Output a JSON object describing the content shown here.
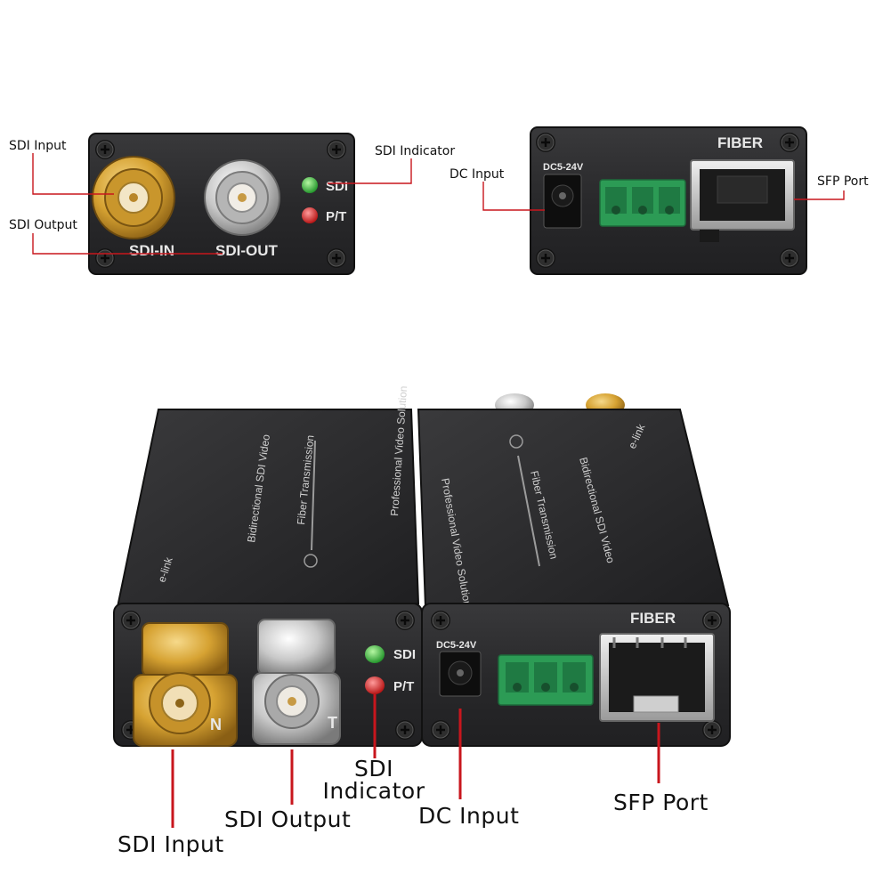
{
  "top_left_panel": {
    "port_labels": {
      "sdi_in": "SDI-IN",
      "sdi_out": "SDI-OUT"
    },
    "led_labels": {
      "sdi": "SDI",
      "pt": "P/T"
    },
    "callouts": {
      "sdi_input": "SDI Input",
      "sdi_output": "SDI Output",
      "sdi_indicator": "SDI Indicator"
    }
  },
  "top_right_panel": {
    "power_label": "DC5-24V",
    "fiber_label": "FIBER",
    "callouts": {
      "dc_input": "DC Input",
      "sfp_port": "SFP Port"
    }
  },
  "bottom_left_unit": {
    "top_texts": {
      "brand": "e-link",
      "line1": "Bidirectional SDI Video",
      "line2": "Fiber Transmission",
      "line3": "Professional Video Solution"
    },
    "port_labels": {
      "in_fragment": "N",
      "out_fragment": "T"
    },
    "led_labels": {
      "sdi": "SDI",
      "pt": "P/T"
    }
  },
  "bottom_right_unit": {
    "top_texts": {
      "brand": "e-link",
      "line1": "Bidirectional SDI Video",
      "line2": "Fiber Transmission",
      "line3": "Professional Video Solution"
    },
    "power_label": "DC5-24V",
    "fiber_label": "FIBER"
  },
  "bottom_callouts": {
    "sdi_input": "SDI Input",
    "sdi_output": "SDI Output",
    "sdi_indicator_line1": "SDI",
    "sdi_indicator_line2": "Indicator",
    "dc_input": "DC Input",
    "sfp_port": "SFP Port"
  },
  "colors": {
    "lead_line": "#c8161d",
    "panel": "#2b2b2d",
    "gold": "#d9a53a",
    "silver": "#c9c9c9",
    "led_green": "#2fbf3a",
    "led_red": "#e21b1b",
    "terminal_green": "#27a85a"
  }
}
